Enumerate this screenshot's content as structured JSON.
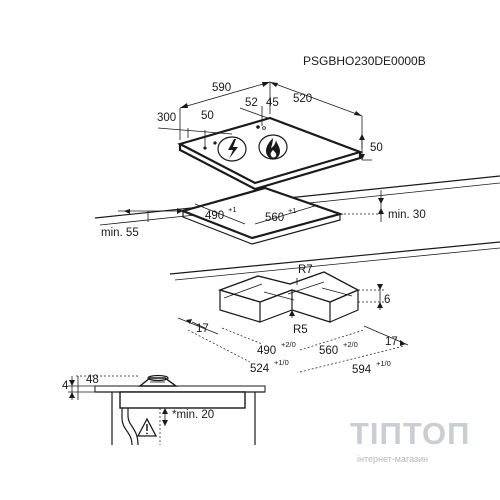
{
  "model_code": "PSGBHO230DE0000B",
  "top_view": {
    "dims": {
      "width": "590",
      "depth": "520",
      "left_edge": "300",
      "left_inner": "50",
      "gap1": "52",
      "gap2": "45",
      "height": "50"
    }
  },
  "cutout": {
    "depth": "490",
    "depth_tol": "+1",
    "width": "560",
    "width_tol": "+1",
    "min_front": "min. 55",
    "min_back": "min. 30"
  },
  "frame": {
    "r_outer": "R7",
    "r_inner": "R5",
    "thickness": "6",
    "edge_left": "17",
    "edge_right": "17",
    "inner_depth": "490",
    "inner_depth_tol": "+2/0",
    "inner_width": "560",
    "inner_width_tol": "+2/0",
    "outer_depth": "524",
    "outer_depth_tol": "+1/0",
    "outer_width": "594",
    "outer_width_tol": "+1/0"
  },
  "side_view": {
    "height_small": "4",
    "height_large": "48",
    "min_below": "*min. 20"
  },
  "icons": {
    "electric": "lightning-bolt",
    "gas": "flame",
    "warning": "warning-triangle"
  },
  "watermark": {
    "brand": "ТІПТОП",
    "tagline": "інтернет-магазин"
  }
}
